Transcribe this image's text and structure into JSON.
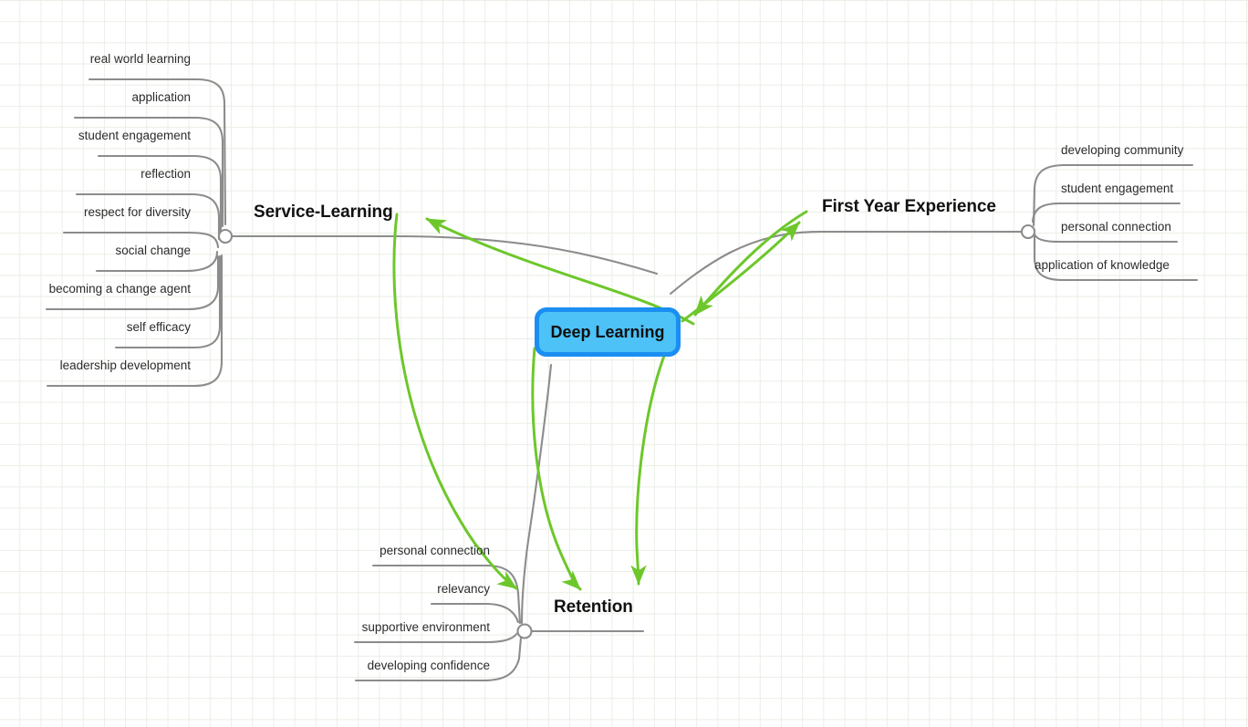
{
  "diagram": {
    "type": "mind-map",
    "title": "Deep Learning mind map",
    "background": {
      "color": "#ffffff",
      "grid_color": "#e9efe5",
      "grid_size": 23
    },
    "colors": {
      "branch_line": "#8c8c8c",
      "link_arrow": "#6dc72b",
      "center_fill": "#4cc2f7",
      "center_border": "#1b8ef2",
      "label_text": "#2b2b2b",
      "main_text": "#111111"
    }
  },
  "center": {
    "label": "Deep Learning"
  },
  "branches": [
    {
      "id": "service-learning",
      "label": "Service-Learning",
      "children": [
        {
          "label": "real world learning"
        },
        {
          "label": "application"
        },
        {
          "label": "student engagement"
        },
        {
          "label": "reflection"
        },
        {
          "label": "respect for diversity"
        },
        {
          "label": "social change"
        },
        {
          "label": "becoming a change agent"
        },
        {
          "label": "self efficacy"
        },
        {
          "label": "leadership development"
        }
      ]
    },
    {
      "id": "first-year-experience",
      "label": "First Year Experience",
      "children": [
        {
          "label": "developing community"
        },
        {
          "label": "student engagement"
        },
        {
          "label": "personal connection"
        },
        {
          "label": "application of knowledge"
        }
      ]
    },
    {
      "id": "retention",
      "label": "Retention",
      "children": [
        {
          "label": "personal connection"
        },
        {
          "label": "relevancy"
        },
        {
          "label": "supportive environment"
        },
        {
          "label": "developing confidence"
        }
      ]
    }
  ],
  "links": [
    {
      "from": "deep-learning",
      "to": "service-learning",
      "color": "#6dc72b"
    },
    {
      "from": "deep-learning",
      "to": "first-year-experience",
      "color": "#6dc72b"
    },
    {
      "from": "first-year-experience",
      "to": "deep-learning",
      "color": "#6dc72b"
    },
    {
      "from": "service-learning",
      "to": "retention",
      "color": "#6dc72b"
    },
    {
      "from": "deep-learning",
      "to": "retention",
      "color": "#6dc72b"
    },
    {
      "from": "first-year-experience",
      "to": "retention",
      "color": "#6dc72b"
    }
  ]
}
